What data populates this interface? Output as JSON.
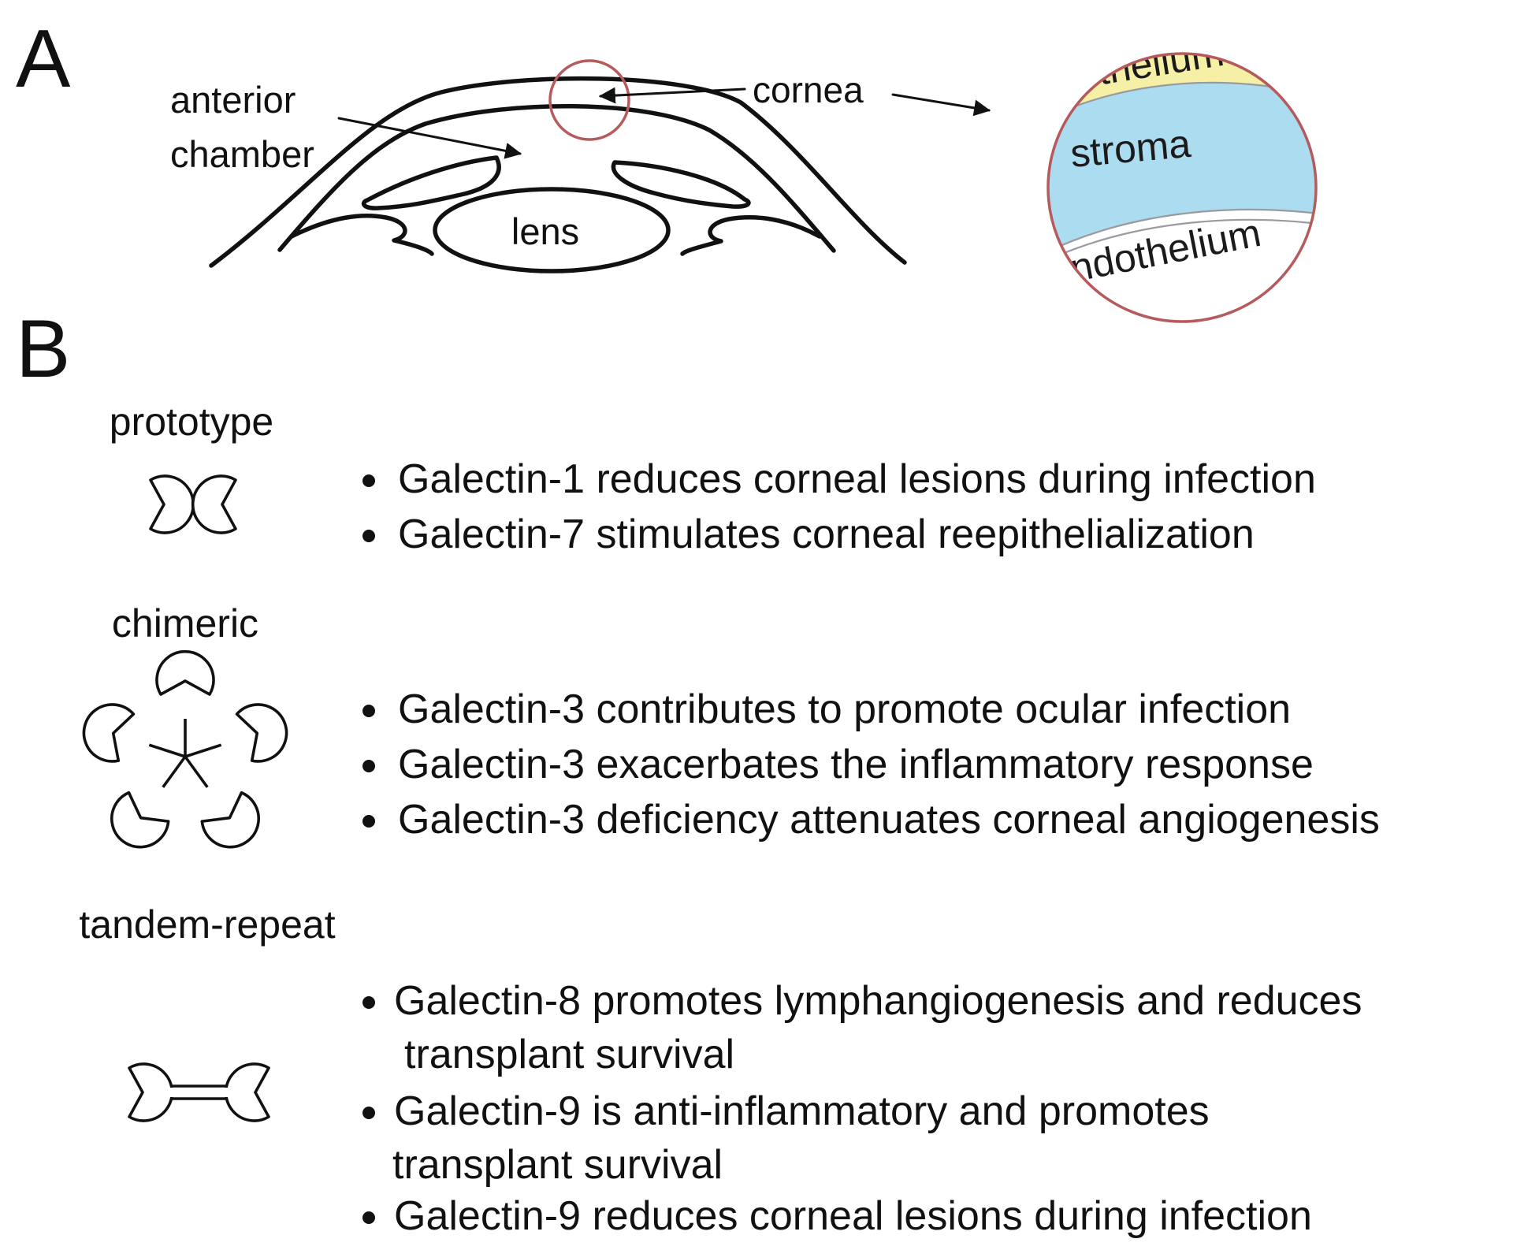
{
  "panel_a": {
    "letter": "A",
    "labels": {
      "anterior_line1": "anterior",
      "anterior_line2": "chamber",
      "cornea": "cornea",
      "lens": "lens"
    },
    "inset": {
      "epithelium": "epithelium",
      "stroma": "stroma",
      "endothelium": "endothelium"
    },
    "colors": {
      "epithelium": "#f6efa6",
      "stroma": "#abdcef",
      "highlight": "#b65b5d"
    }
  },
  "panel_b": {
    "letter": "B",
    "groups": [
      {
        "name": "prototype",
        "icon": "prototype-galectin-icon",
        "items": [
          [
            "Galectin-1 reduces corneal lesions during infection"
          ],
          [
            "Galectin-7 stimulates corneal reepithelialization"
          ]
        ]
      },
      {
        "name": "chimeric",
        "icon": "chimeric-galectin-icon",
        "items": [
          [
            "Galectin-3 contributes to promote ocular infection"
          ],
          [
            "Galectin-3 exacerbates the inflammatory response"
          ],
          [
            "Galectin-3 deficiency attenuates corneal angiogenesis"
          ]
        ]
      },
      {
        "name": "tandem-repeat",
        "icon": "tandem-repeat-galectin-icon",
        "items": [
          [
            "Galectin-8 promotes lymphangiogenesis and reduces",
            "transplant survival"
          ],
          [
            "Galectin-9 is anti-inflammatory and promotes",
            "transplant survival"
          ],
          [
            "Galectin-9 reduces corneal lesions during infection"
          ]
        ]
      }
    ]
  }
}
